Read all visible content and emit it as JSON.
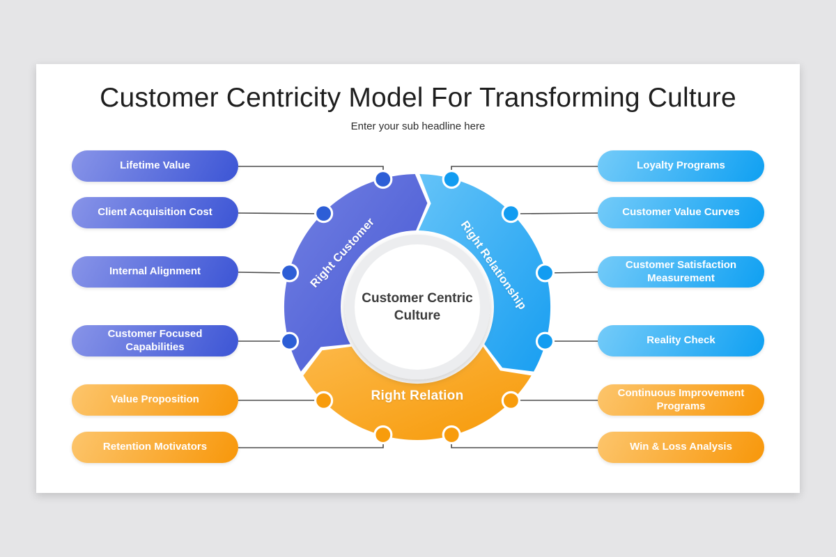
{
  "slide": {
    "title": "Customer Centricity Model For Transforming Culture",
    "subtitle": "Enter your sub headline here"
  },
  "diagram": {
    "center_label": "Customer Centric Culture",
    "segments": [
      {
        "id": "right-customer",
        "label": "Right Customer",
        "gradient": [
          "#7280e2",
          "#4456d3"
        ],
        "dot_color": "#2d5ed6"
      },
      {
        "id": "right-relationship",
        "label": "Right Relationship",
        "gradient": [
          "#64c3f8",
          "#189ef1"
        ],
        "dot_color": "#129cf1"
      },
      {
        "id": "right-relation",
        "label": "Right Relation",
        "gradient": [
          "#fcb848",
          "#f79907"
        ],
        "dot_color": "#f89c0c"
      }
    ],
    "left_items": [
      {
        "label": "Lifetime Value",
        "color": "blue"
      },
      {
        "label": "Client Acquisition Cost",
        "color": "blue"
      },
      {
        "label": "Internal Alignment",
        "color": "blue"
      },
      {
        "label": "Customer Focused Capabilities",
        "color": "blue"
      },
      {
        "label": "Value Proposition",
        "color": "orange"
      },
      {
        "label": "Retention Motivators",
        "color": "orange"
      }
    ],
    "right_items": [
      {
        "label": "Loyalty Programs",
        "color": "lightblue"
      },
      {
        "label": "Customer Value Curves",
        "color": "lightblue"
      },
      {
        "label": "Customer Satisfaction Measurement",
        "color": "lightblue"
      },
      {
        "label": "Reality Check",
        "color": "lightblue"
      },
      {
        "label": "Continuous Improvement Programs",
        "color": "orange"
      },
      {
        "label": "Win & Loss Analysis",
        "color": "orange"
      }
    ],
    "colors": {
      "connector": "#4a4a4a",
      "pill_blue": [
        "#8894e8",
        "#3c55d5"
      ],
      "pill_lightblue": [
        "#74cbf9",
        "#0fa0f2"
      ],
      "pill_orange": [
        "#fcc56c",
        "#f8970a"
      ],
      "center_ring": "#ecedef",
      "card_background": "#ffffff",
      "page_background": "#e5e5e7"
    }
  }
}
